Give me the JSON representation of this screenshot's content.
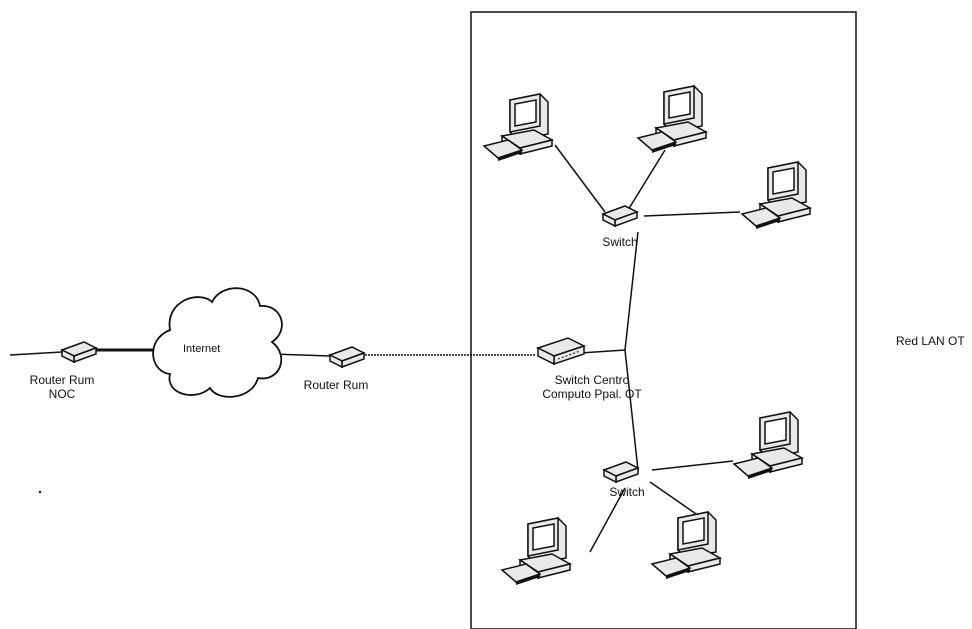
{
  "labels": {
    "router_noc_line1": "Router Rum",
    "router_noc_line2": "NOC",
    "internet": "Internet",
    "router_remote": "Router Rum",
    "switch_top": "Switch",
    "switch_center_line1": "Switch Centro",
    "switch_center_line2": "Computo Ppal. OT",
    "switch_bottom": "Switch",
    "lan_name": "Red LAN OT"
  },
  "colors": {
    "line": "#111111",
    "device_fill": "#e9e9e9",
    "screen_fill": "#ffffff"
  }
}
